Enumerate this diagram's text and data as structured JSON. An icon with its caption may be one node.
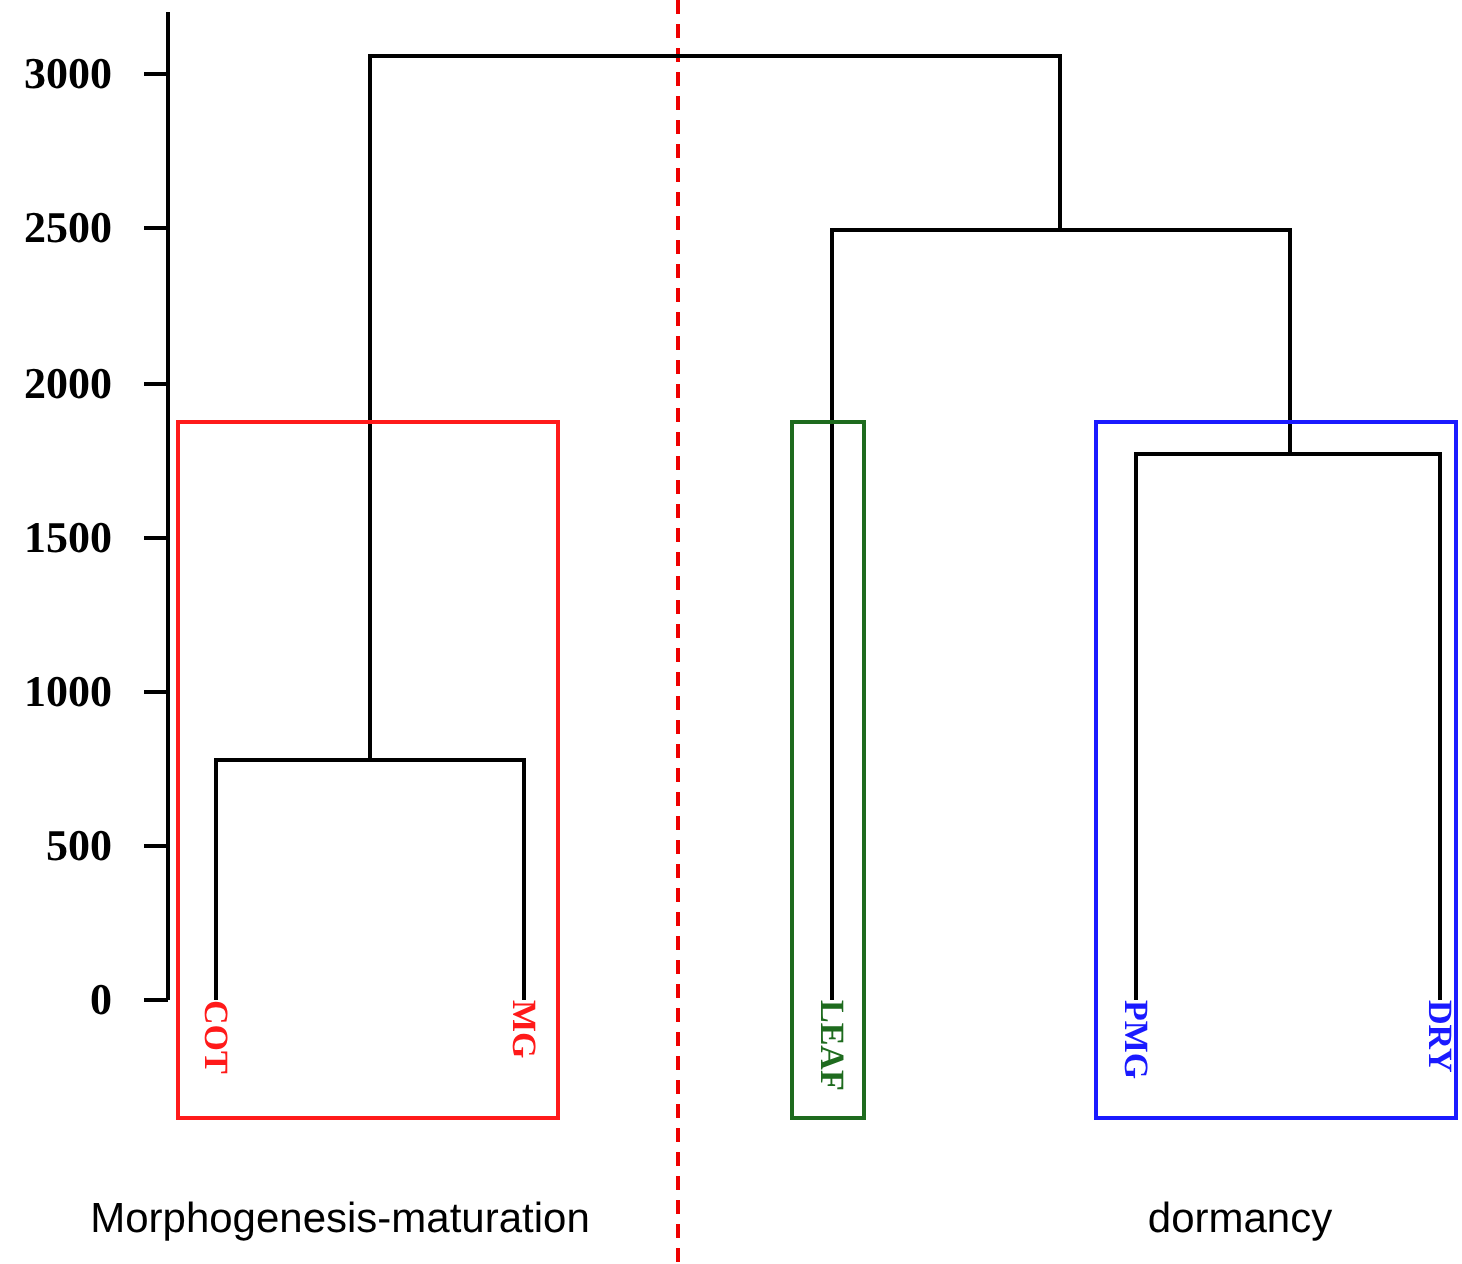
{
  "diagram": {
    "nodes": [
      {
        "text": [
          "COT",
          "MG"
        ],
        "beside": [
          "Morphogenesis-maturation"
        ]
      },
      {
        "text": [
          "LEAF"
        ]
      },
      {
        "text": [
          "PMG",
          "DRY"
        ],
        "beside": [
          "dormancy"
        ]
      }
    ],
    "labels": [
      "3000",
      "2500",
      "2000",
      "1500",
      "1000",
      "500",
      "0"
    ]
  }
}
